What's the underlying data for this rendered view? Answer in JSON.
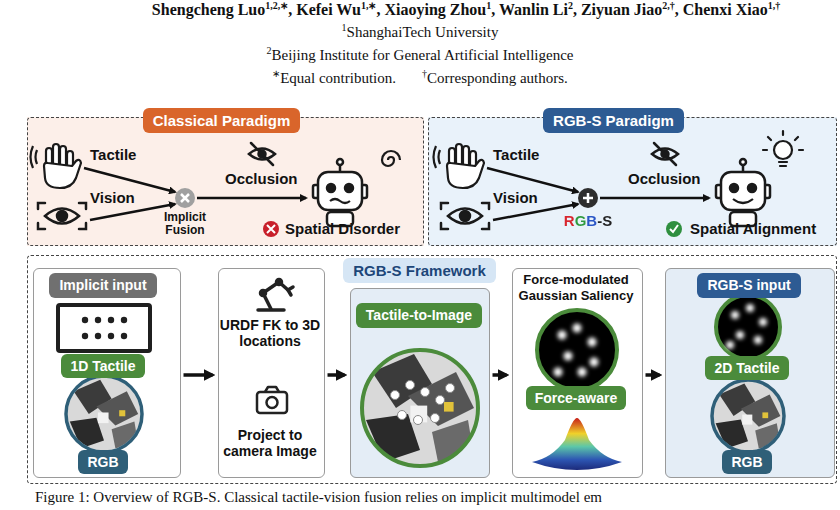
{
  "diagram": {
    "caption": "Figure 1: Overview of RGB-S. Classical tactile-vision fusion relies on implicit multimodel em",
    "nodes": [
      {
        "text": [
          "Classical Paradigm"
        ]
      },
      {
        "text": [
          "RGB-S Paradigm"
        ]
      },
      {
        "text": [
          "RGB-S Framework"
        ]
      },
      {
        "text": [
          "Implicit input"
        ],
        "in": 2
      },
      {
        "text": [
          "1D Tactile"
        ],
        "in": 3
      },
      {
        "text": [
          "RGB"
        ],
        "in": 3
      },
      {
        "text": [
          "URDF FK to 3D locations",
          "Project to camera Image"
        ],
        "in": 2
      },
      {
        "text": [
          "Tactile-to-Image"
        ],
        "in": 2
      },
      {
        "text": [
          "Force-modulated Gaussian Saliency"
        ],
        "in": 2
      },
      {
        "text": [
          "Force-aware"
        ],
        "in": 8
      },
      {
        "text": [
          "RGB-S input"
        ],
        "in": 2
      },
      {
        "text": [
          "2D Tactile"
        ],
        "in": 10
      },
      {
        "text": [
          "RGB"
        ],
        "in": 10
      }
    ],
    "edges": [
      {
        "from": 3,
        "to": 6,
        "arrow": "to"
      },
      {
        "from": 6,
        "to": 7,
        "arrow": "to"
      },
      {
        "from": 7,
        "to": 8,
        "arrow": "to"
      },
      {
        "from": 8,
        "to": 10,
        "arrow": "to"
      }
    ],
    "labels": [
      "Shengcheng Luo",
      "1,2,∗",
      ", Kefei Wu",
      "1,∗",
      ", Xiaoying Zhou",
      "1",
      ", Wanlin Li",
      "2",
      ", Ziyuan Jiao",
      "2,†",
      ", Chenxi Xiao",
      "1,†",
      "1",
      "ShanghaiTech University",
      "2",
      "Beijing Institute for General Artificial Intelligence",
      "∗",
      "Equal contribution.",
      "†",
      "Corresponding authors.",
      "Tactile",
      "Vision",
      "Implicit Fusion",
      "Occlusion",
      "Spatial Disorder",
      "Tactile",
      "Vision",
      "RGB-S",
      "Occlusion",
      "Spatial Alignment"
    ]
  }
}
